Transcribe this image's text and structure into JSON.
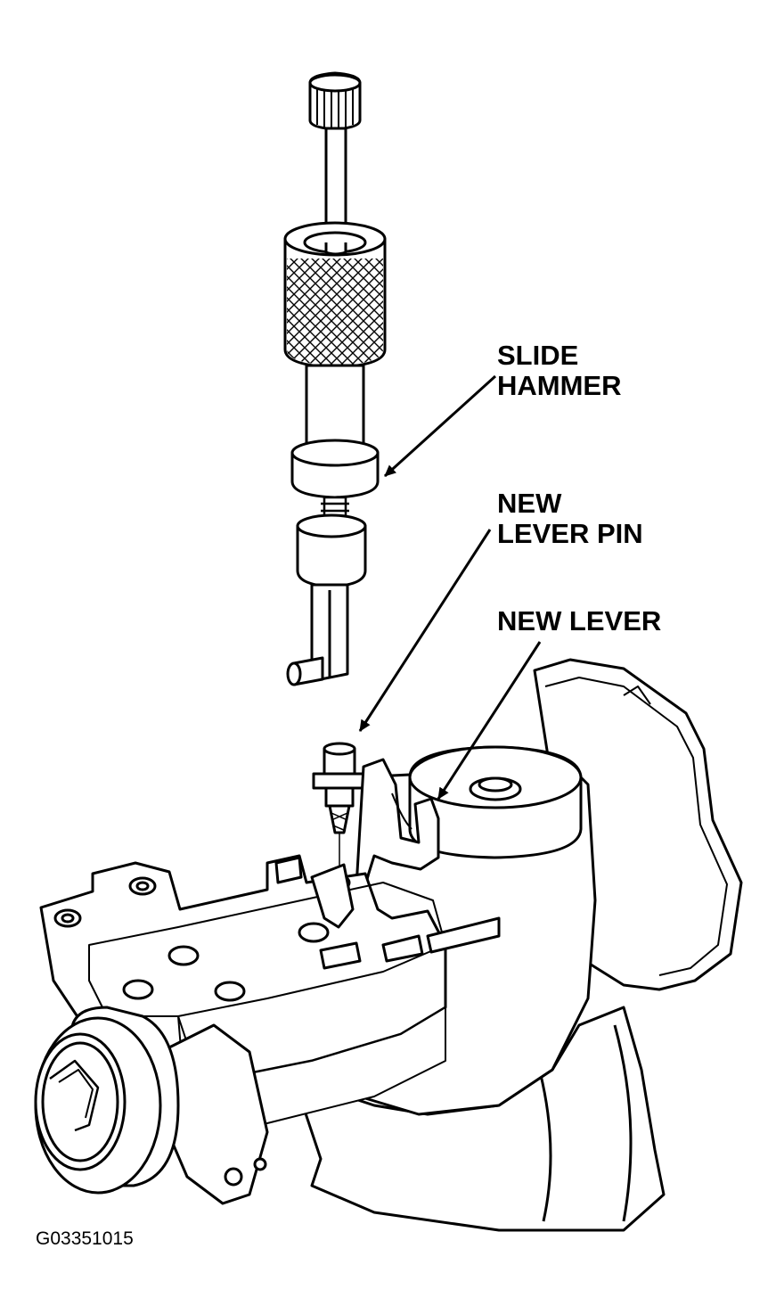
{
  "labels": {
    "slide_hammer": [
      "SLIDE",
      "HAMMER"
    ],
    "new_lever_pin": [
      "NEW",
      "LEVER PIN"
    ],
    "new_lever": [
      "NEW LEVER"
    ]
  },
  "figure_id": "G03351015",
  "colors": {
    "ink": "#000000",
    "paper": "#ffffff"
  }
}
